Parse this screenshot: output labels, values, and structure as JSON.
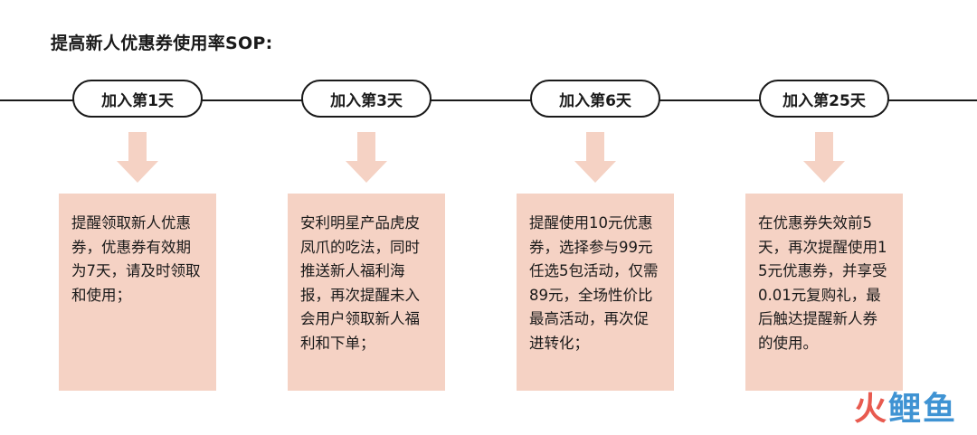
{
  "title": "提高新人优惠券使用率SOP:",
  "colors": {
    "card_bg": "#f5d2c4",
    "arrow": "#f5d2c4",
    "line": "#1a1a1a",
    "logo_red": "#e85a4f",
    "logo_blue": "#3f93d3"
  },
  "steps": [
    {
      "label": "加入第1天",
      "text": "提醒领取新人优惠券，优惠券有效期为7天，请及时领取和使用；"
    },
    {
      "label": "加入第3天",
      "text": "安利明星产品虎皮凤爪的吃法，同时推送新人福利海报，再次提醒未入会用户领取新人福利和下单；"
    },
    {
      "label": "加入第6天",
      "text": "提醒使用10元优惠券，选择参与99元任选5包活动，仅需89元，全场性价比最高活动，再次促进转化；"
    },
    {
      "label": "加入第25天",
      "text": "在优惠券失效前5天，再次提醒使用15元优惠券，并享受0.01元复购礼，最后触达提醒新人券的使用。"
    }
  ],
  "watermark": {
    "part1": "火",
    "part2": "鲤鱼"
  }
}
